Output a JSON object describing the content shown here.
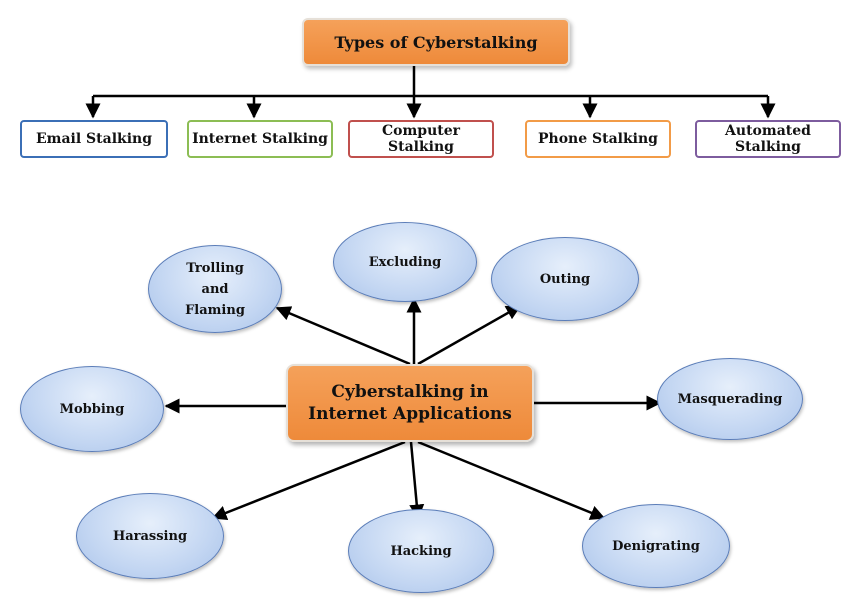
{
  "top_tree": {
    "title": "Types of Cyberstalking",
    "types": [
      {
        "label": "Email Stalking",
        "border_color": "#3b6fb6"
      },
      {
        "label": "Internet Stalking",
        "border_color": "#8cbd54"
      },
      {
        "label": "Computer Stalking",
        "border_color": "#c0504d"
      },
      {
        "label": "Phone Stalking",
        "border_color": "#f29b47"
      },
      {
        "label": "Automated Stalking",
        "border_color": "#7d5c9e"
      }
    ]
  },
  "internet_apps": {
    "center": "Cyberstalking in Internet Applications",
    "nodes": {
      "trolling": "Trolling and Flaming",
      "excluding": "Excluding",
      "outing": "Outing",
      "mobbing": "Mobbing",
      "masquerading": "Masquerading",
      "harassing": "Harassing",
      "hacking": "Hacking",
      "denigrating": "Denigrating"
    }
  },
  "colors": {
    "accent_orange": "#ee8a3a",
    "ellipse_fill": "#c3d6f2",
    "connector": "#000000"
  }
}
